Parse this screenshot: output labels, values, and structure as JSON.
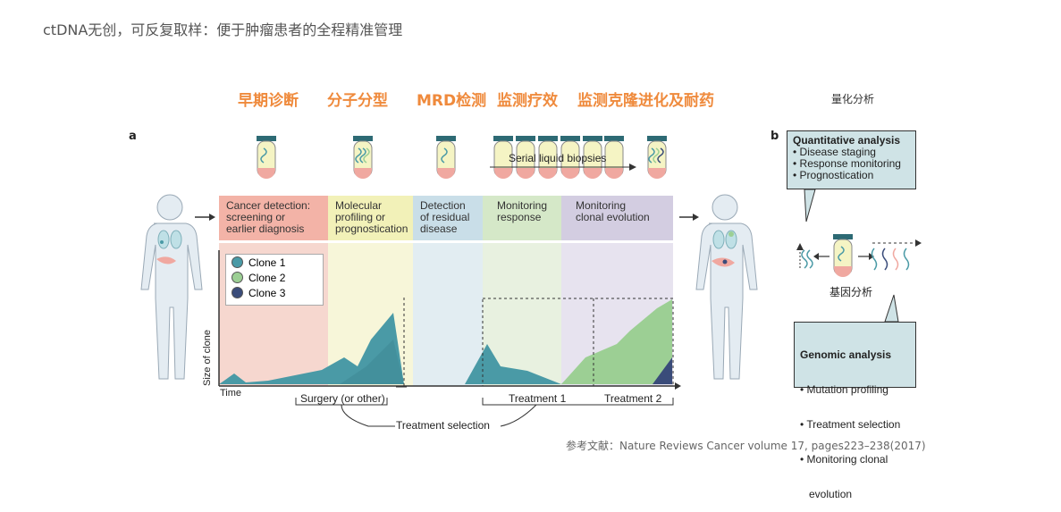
{
  "title": "ctDNA无创，可反复取样：便于肿瘤患者的全程精准管理",
  "stages": [
    "早期诊断",
    "分子分型",
    "MRD检测",
    "监测疗效",
    "监测克隆进化及耐药"
  ],
  "quant_cn": "量化分析",
  "genomic_cn": "基因分析",
  "panel_a": "a",
  "panel_b": "b",
  "serial": "Serial liquid biopsies",
  "bands": [
    {
      "line1": "Cancer detection:",
      "line2": "screening or",
      "line3": "earlier diagnosis",
      "color": "#f3b3a7"
    },
    {
      "line1": "Molecular",
      "line2": "profiling or",
      "line3": "prognostication",
      "color": "#f2f1b8"
    },
    {
      "line1": "Detection",
      "line2": "of residual",
      "line3": "disease",
      "color": "#c9dee8"
    },
    {
      "line1": "Monitoring",
      "line2": "response",
      "line3": "",
      "color": "#d5e8c8"
    },
    {
      "line1": "Monitoring",
      "line2": "clonal evolution",
      "line3": "",
      "color": "#d3cde1"
    }
  ],
  "legend": [
    {
      "label": "Clone 1",
      "color": "#4a9aa6"
    },
    {
      "label": "Clone 2",
      "color": "#9ccf94"
    },
    {
      "label": "Clone 3",
      "color": "#3a4c7a"
    }
  ],
  "axis": {
    "y": "Size of clone",
    "x": "Time"
  },
  "treatments": {
    "surgery": "Surgery (or other)",
    "t1": "Treatment 1",
    "t2": "Treatment 2",
    "selection": "Treatment selection"
  },
  "quant_box": {
    "heading": "Quantitative analysis",
    "items": [
      "• Disease staging",
      "• Response monitoring",
      "• Prognostication"
    ]
  },
  "genomic_box": {
    "heading": "Genomic analysis",
    "items": [
      "• Mutation profiling",
      "• Treatment selection",
      "• Monitoring clonal",
      "   evolution"
    ]
  },
  "reference": "参考文献：Nature Reviews Cancer volume 17, pages223–238(2017)"
}
